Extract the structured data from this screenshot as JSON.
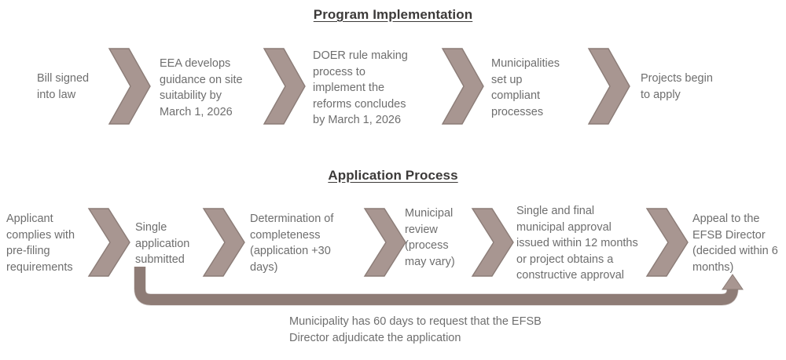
{
  "colors": {
    "chevron_fill": "#a89691",
    "chevron_stroke": "#8b7c77",
    "text": "#6e6e6e",
    "title_text": "#3c3a39",
    "loop_arrow": "#a89691",
    "background": "#ffffff"
  },
  "sections": [
    {
      "id": "program-implementation",
      "title": "Program Implementation",
      "steps": [
        {
          "label": "Bill signed\ninto law"
        },
        {
          "label": "EEA develops\nguidance on site\nsuitability by\nMarch 1, 2026"
        },
        {
          "label": "DOER rule making\nprocess to\nimplement the\nreforms concludes\nby March 1, 2026"
        },
        {
          "label": "Municipalities\nset up\ncompliant\nprocesses"
        },
        {
          "label": "Projects begin\nto apply"
        }
      ],
      "connectors": [
        "chevron-arrow",
        "chevron-arrow",
        "chevron-arrow",
        "chevron-arrow"
      ]
    },
    {
      "id": "application-process",
      "title": "Application Process",
      "steps": [
        {
          "label": "Applicant\ncomplies with\npre-filing\nrequirements"
        },
        {
          "label": "Single\napplication\nsubmitted"
        },
        {
          "label": "Determination of\ncompleteness\n(application +30\ndays)"
        },
        {
          "label": "Municipal\nreview\n(process\nmay vary)"
        },
        {
          "label": "Single and final\nmunicipal approval\nissued within 12 months\nor project obtains a\nconstructive approval"
        },
        {
          "label": "Appeal to the\nEFSB Director\n(decided within 6\nmonths)"
        }
      ],
      "connectors": [
        "chevron-arrow",
        "chevron-arrow",
        "chevron-arrow",
        "chevron-arrow",
        "chevron-arrow"
      ],
      "feedback_loop": {
        "label": "Municipality has 60 days to request that the EFSB\nDirector adjudicate the application",
        "from_step": "Single application submitted",
        "to_step": "Appeal to the EFSB Director (decided within 6 months)"
      }
    }
  ]
}
